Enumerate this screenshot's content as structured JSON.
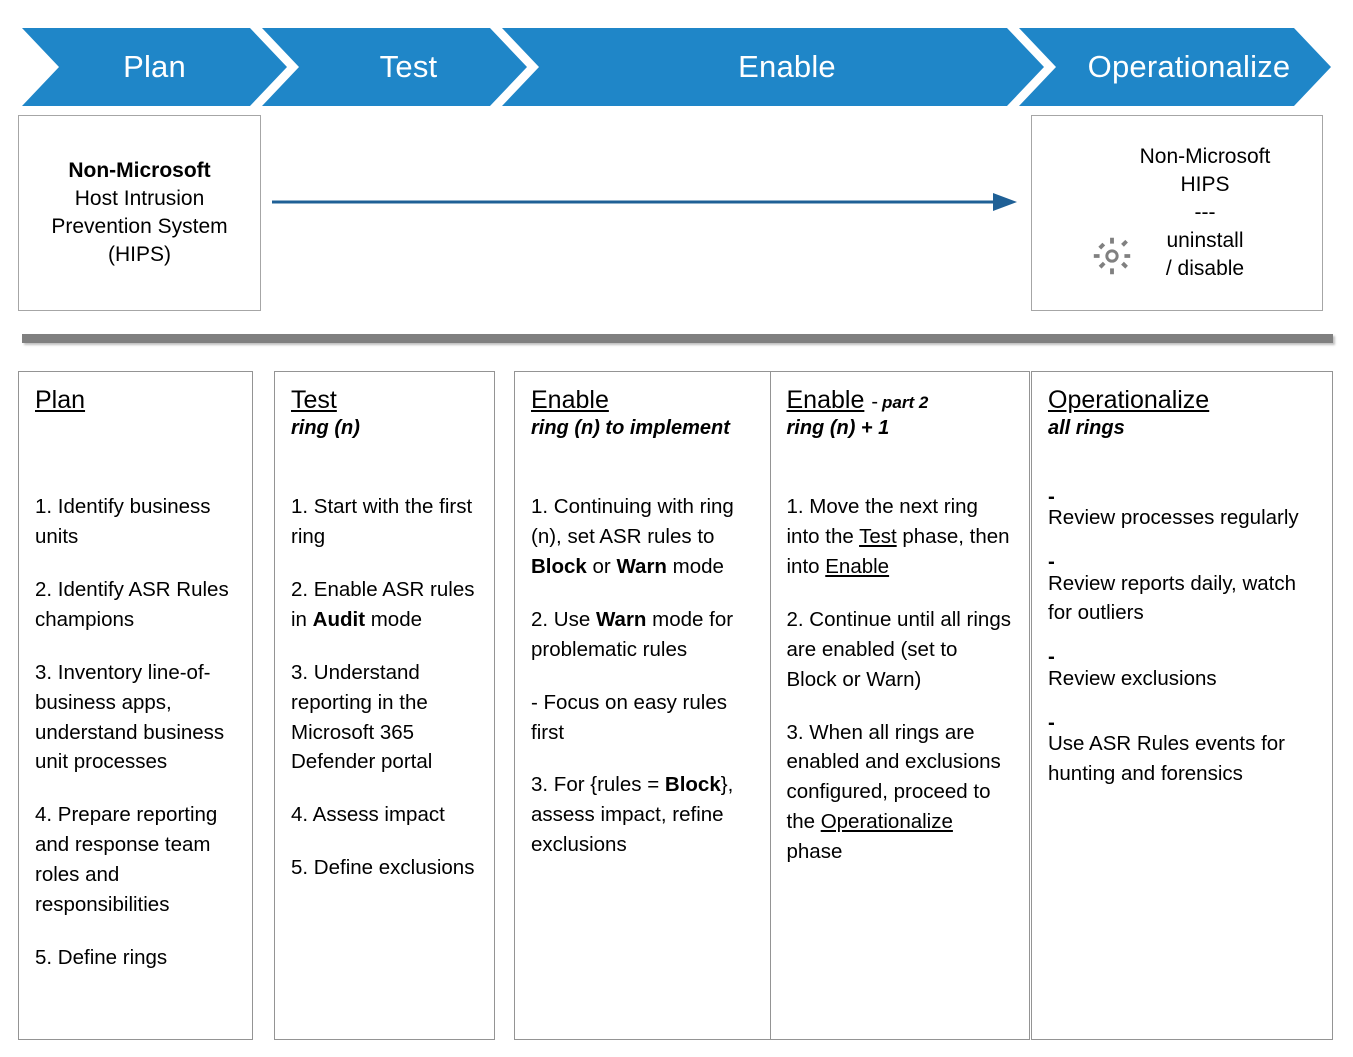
{
  "phases": [
    {
      "label": "Plan"
    },
    {
      "label": "Test"
    },
    {
      "label": "Enable"
    },
    {
      "label": "Operationalize"
    }
  ],
  "colors": {
    "chevron_blue": "#1f86c8",
    "arrow_blue": "#1f6096",
    "divider_grey": "#808080",
    "box_border": "#a6a6a6",
    "gear_grey": "#808080"
  },
  "hips_before": {
    "title": "Non-Microsoft",
    "line1": "Host Intrusion",
    "line2": "Prevention System",
    "line3": "(HIPS)"
  },
  "hips_after": {
    "title": "Non-Microsoft",
    "line1": "HIPS",
    "separator": "---",
    "line2": "uninstall",
    "line3": "/ disable",
    "icon": "gear-icon"
  },
  "arrow": {
    "icon": "right-arrow-icon"
  },
  "cards": {
    "plan": {
      "title": "Plan",
      "subtitle": "",
      "items": [
        "1. Identify business units",
        "2. Identify ASR Rules champions",
        "3. Inventory line-of-business apps, understand business unit processes",
        "4.  Prepare reporting and response team roles and responsibilities",
        "5. Define rings"
      ]
    },
    "test": {
      "title": "Test",
      "subtitle": "ring (n)",
      "items": [
        "1. Start with the first ring",
        "2. Enable ASR rules in |b|Audit|/b| mode",
        "3. Understand reporting in the Microsoft 365 Defender portal",
        "4. Assess impact",
        "5. Define exclusions"
      ]
    },
    "enable": {
      "title": "Enable",
      "subtitle": "ring (n) to implement",
      "items": [
        "1. Continuing with ring (n), set ASR rules to |b|Block|/b| or |b|Warn|/b| mode",
        "2. Use |b|Warn|/b| mode for problematic rules",
        "- Focus on easy rules first",
        "3. For {rules = |b|Block|/b|}, assess impact, refine exclusions"
      ]
    },
    "enable2": {
      "title": "Enable",
      "title_dash": "-",
      "title_suffix": "part 2",
      "subtitle": "ring (n) + 1",
      "items": [
        "1. Move the next ring into the |u|Test|/u| phase, then into |u|Enable|/u|",
        "2. Continue until all rings are enabled (set to Block or Warn)",
        "3. When all rings are enabled and exclusions configured, proceed to the |u|Operationalize|/u| phase"
      ]
    },
    "operationalize": {
      "title": "Operationalize",
      "subtitle": "all rings",
      "items": [
        "Review processes regularly",
        "Review reports daily, watch for outliers",
        "Review exclusions",
        "Use ASR Rules events for hunting and forensics"
      ],
      "bullet": "-"
    }
  }
}
